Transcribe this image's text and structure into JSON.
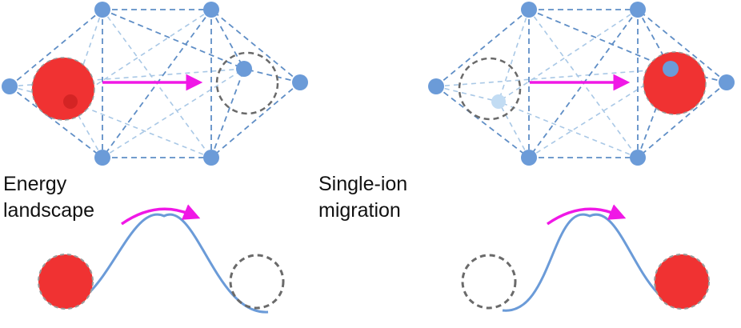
{
  "labels": {
    "energy_landscape": [
      "Energy",
      "landscape"
    ],
    "single_ion_migration": [
      "Single-ion",
      "migration"
    ]
  },
  "colors": {
    "ion": "#f03232",
    "ion_stroke": "#9a9a9a",
    "site_node": "#6b9bd8",
    "site_node_light": "#c2dcf3",
    "edge_front": "#5f8ec6",
    "edge_back": "#a9c8e6",
    "arrow": "#f018e6",
    "energy_curve": "#6b9bd8",
    "vacancy": "#6a6a6a"
  }
}
